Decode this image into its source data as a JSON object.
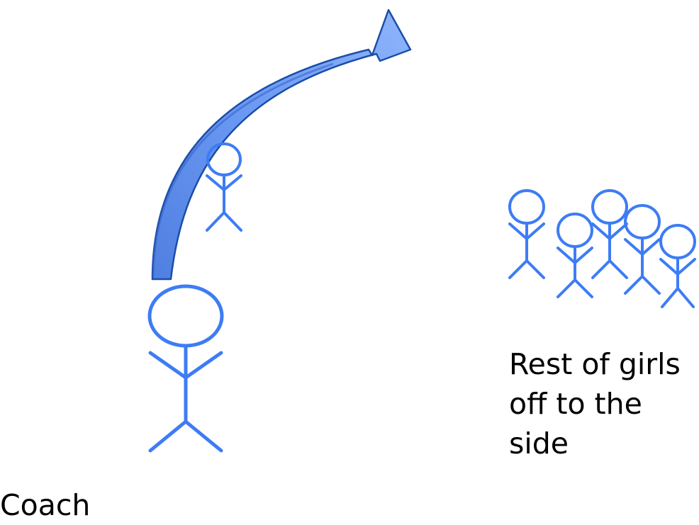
{
  "labels": {
    "coach": "Coach",
    "rest_of_girls": {
      "line1": "Rest of girls",
      "line2": "off to the",
      "line3": "side"
    }
  },
  "figures": {
    "coach": {
      "role": "coach",
      "count": 1
    },
    "thrown_girl": {
      "role": "girl being tossed",
      "count": 1
    },
    "rest_of_girls": {
      "role": "group of girls",
      "count": 5
    }
  },
  "arrow": {
    "direction": "up-and-right arc from coach"
  },
  "colors": {
    "figure_stroke": "#3d7cf5",
    "arrow_fill": "#5b8ff2",
    "arrow_light": "#8fb4fb",
    "arrow_outline": "#1a4ea8",
    "text": "#000000",
    "background": "#ffffff"
  }
}
